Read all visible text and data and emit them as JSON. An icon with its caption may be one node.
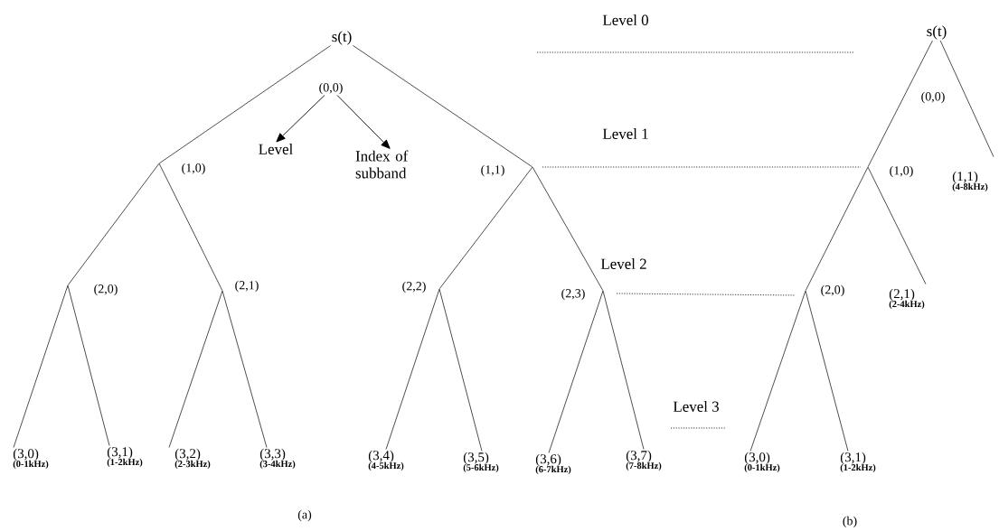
{
  "diagram": {
    "nodes": [
      {
        "text": [
          "s(t)"
        ]
      },
      {
        "text": [
          "(0,0)"
        ]
      },
      {
        "text": [
          "Level"
        ]
      },
      {
        "text": [
          "Index of subband"
        ]
      },
      {
        "text": [],
        "shape": "point",
        "beside": [
          "(1,0)"
        ]
      },
      {
        "text": [],
        "shape": "point",
        "beside": [
          "(1,1)"
        ]
      },
      {
        "text": [],
        "shape": "point",
        "beside": [
          "(2,0)"
        ]
      },
      {
        "text": [],
        "shape": "point",
        "beside": [
          "(2,1)"
        ]
      },
      {
        "text": [],
        "shape": "point",
        "beside": [
          "(2,2)"
        ]
      },
      {
        "text": [],
        "shape": "point",
        "beside": [
          "(2,3)"
        ]
      },
      {
        "text": [
          "(3,0)",
          "(0-1kHz)"
        ]
      },
      {
        "text": [
          "(3,1)",
          "(1-2kHz)"
        ]
      },
      {
        "text": [
          "(3,2)",
          "(2-3kHz)"
        ]
      },
      {
        "text": [
          "(3,3)",
          "(3-4kHz)"
        ]
      },
      {
        "text": [
          "(3,4)",
          "(4-5kHz)"
        ]
      },
      {
        "text": [
          "(3,5)",
          "(5-6kHz)"
        ]
      },
      {
        "text": [
          "(3,6)",
          "(6-7kHz)"
        ]
      },
      {
        "text": [
          "(3,7)",
          "(7-8kHz)"
        ]
      },
      {
        "text": [
          "s(t)"
        ],
        "beside": [
          "(0,0)"
        ]
      },
      {
        "text": [],
        "shape": "point",
        "beside": [
          "(1,0)"
        ]
      },
      {
        "text": [
          "(1,1)",
          "(4-8kHz)"
        ]
      },
      {
        "text": [],
        "shape": "point",
        "beside": [
          "(2,0)"
        ]
      },
      {
        "text": [
          "(2,1)",
          "(2-4kHz)"
        ]
      },
      {
        "text": [
          "(3,0)",
          "(0-1kHz)"
        ]
      },
      {
        "text": [
          "(3,1)",
          "(1-2kHz)"
        ]
      }
    ],
    "edges": [
      {
        "from": 0,
        "to": 4,
        "arrow": "none"
      },
      {
        "from": 0,
        "to": 5,
        "arrow": "none"
      },
      {
        "from": 1,
        "to": 2,
        "arrow": "to"
      },
      {
        "from": 1,
        "to": 3,
        "arrow": "to"
      },
      {
        "from": 4,
        "to": 6,
        "arrow": "none"
      },
      {
        "from": 4,
        "to": 7,
        "arrow": "none"
      },
      {
        "from": 5,
        "to": 8,
        "arrow": "none"
      },
      {
        "from": 5,
        "to": 9,
        "arrow": "none"
      },
      {
        "from": 6,
        "to": 10,
        "arrow": "none"
      },
      {
        "from": 6,
        "to": 11,
        "arrow": "none"
      },
      {
        "from": 7,
        "to": 12,
        "arrow": "none"
      },
      {
        "from": 7,
        "to": 13,
        "arrow": "none"
      },
      {
        "from": 8,
        "to": 14,
        "arrow": "none"
      },
      {
        "from": 8,
        "to": 15,
        "arrow": "none"
      },
      {
        "from": 9,
        "to": 16,
        "arrow": "none"
      },
      {
        "from": 9,
        "to": 17,
        "arrow": "none"
      },
      {
        "from": 18,
        "to": 19,
        "arrow": "none"
      },
      {
        "from": 18,
        "to": 20,
        "arrow": "none"
      },
      {
        "from": 19,
        "to": 21,
        "arrow": "none"
      },
      {
        "from": 19,
        "to": 22,
        "arrow": "none"
      },
      {
        "from": 21,
        "to": 23,
        "arrow": "none"
      },
      {
        "from": 21,
        "to": 24,
        "arrow": "none"
      }
    ],
    "labels": [
      "Level 0",
      "Level 1",
      "Level 2",
      "Level 3",
      "(a)",
      "(b)"
    ]
  }
}
